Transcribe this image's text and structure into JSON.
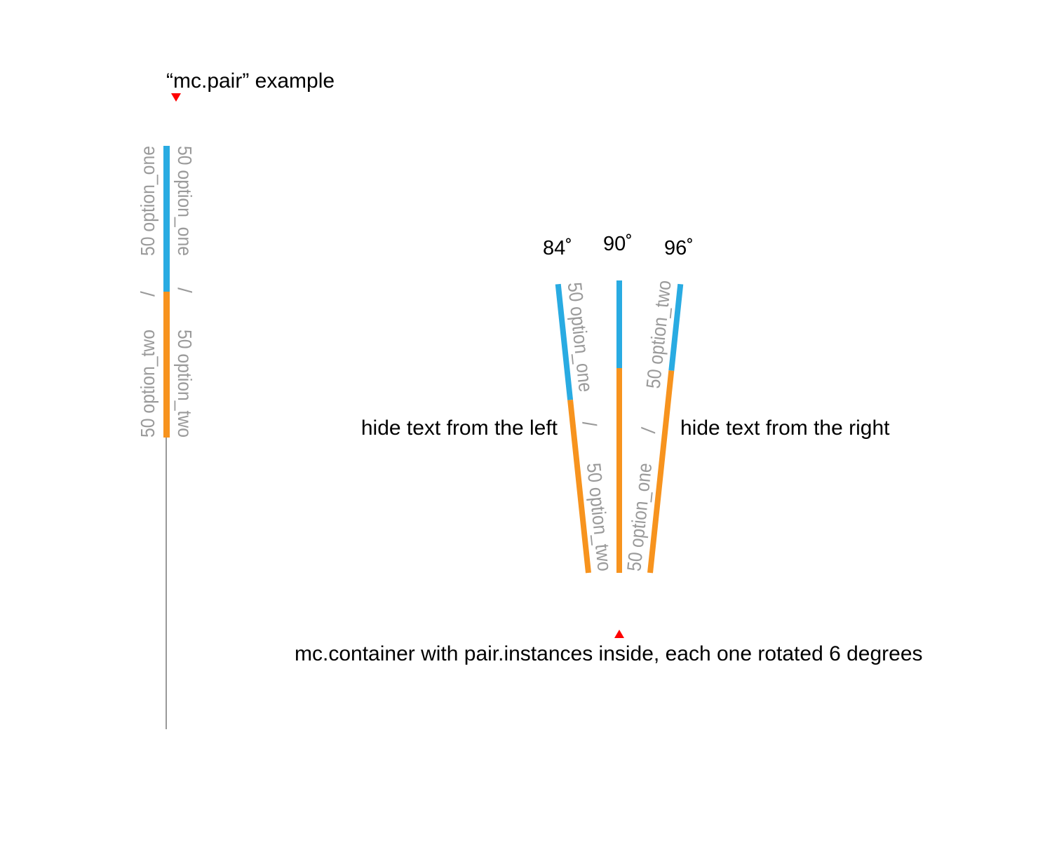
{
  "colors": {
    "blue": "#29abe2",
    "orange": "#f7931e",
    "line": "#999999",
    "marker": "#ff0000",
    "text_gray": "#9a9a9a"
  },
  "pair_example": {
    "title": "“mc.pair” example",
    "left_texts": {
      "one": "50 option_one",
      "sep": "/",
      "two": "50 option_two"
    },
    "right_texts": {
      "one": "50 option_one",
      "sep": "/",
      "two": "50 option_two"
    },
    "split": {
      "option_one": 50,
      "option_two": 50
    }
  },
  "container_example": {
    "angles": [
      "84˚",
      "90˚",
      "96˚"
    ],
    "rotation_step_degrees": 6,
    "left_label": "hide text from the left",
    "right_label": "hide text from the right",
    "caption": "mc.container with pair.instances inside, each one rotated 6 degrees",
    "left_bar_texts": {
      "one": "50 option_one",
      "sep": "/",
      "two": "50 option_two"
    },
    "right_bar_texts": {
      "one": "50 option_one",
      "sep": "/",
      "two": "50 option_two"
    }
  }
}
